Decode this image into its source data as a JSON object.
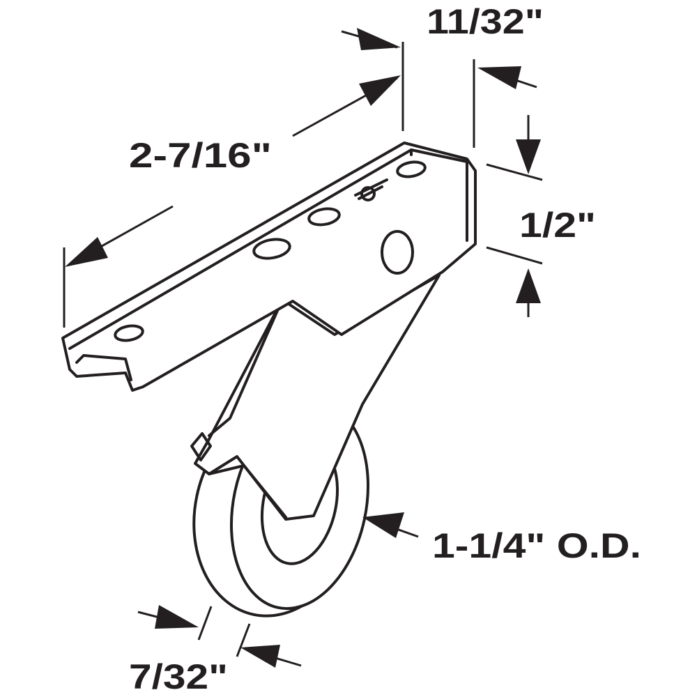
{
  "title": "Roller bracket assembly dimension diagram",
  "dimensions": {
    "bracket_thickness": "11/32\"",
    "bracket_length": "2-7/16\"",
    "bracket_height": "1/2\"",
    "wheel_diameter": "1-1/4\" O.D.",
    "wheel_width": "7/32\""
  },
  "colors": {
    "ink": "#231f20",
    "background": "#ffffff"
  }
}
